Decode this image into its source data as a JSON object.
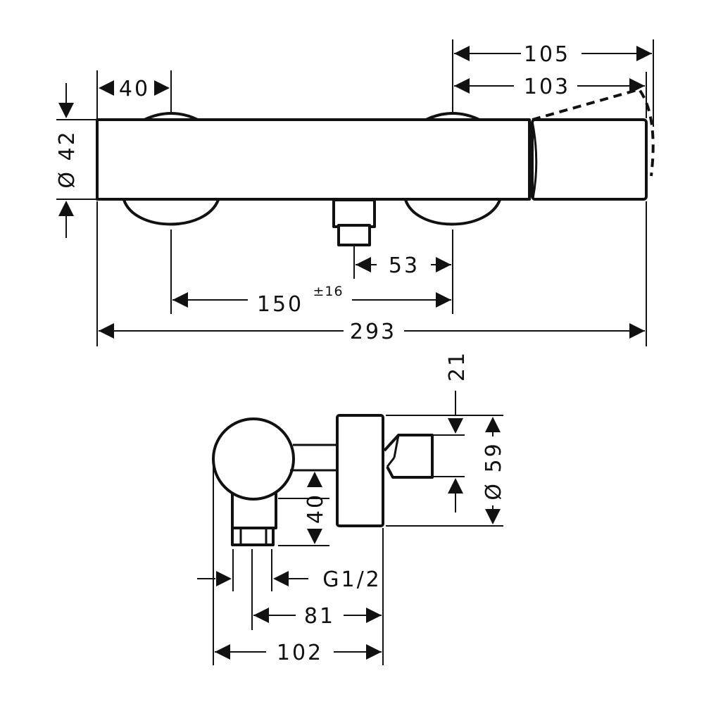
{
  "dimensions": {
    "top_overall_right": "105",
    "top_second_right": "103",
    "left_end_offset": "40",
    "body_diameter": "Ø 42",
    "outlet_spacing": "53",
    "connection_centers": "150",
    "connection_tolerance": "±16",
    "overall_length": "293",
    "side_top_offset": "21",
    "side_knob_diameter": "Ø 59",
    "side_outlet_height": "40",
    "thread_size": "G1/2",
    "depth_inlet": "81",
    "depth_overall": "102"
  }
}
